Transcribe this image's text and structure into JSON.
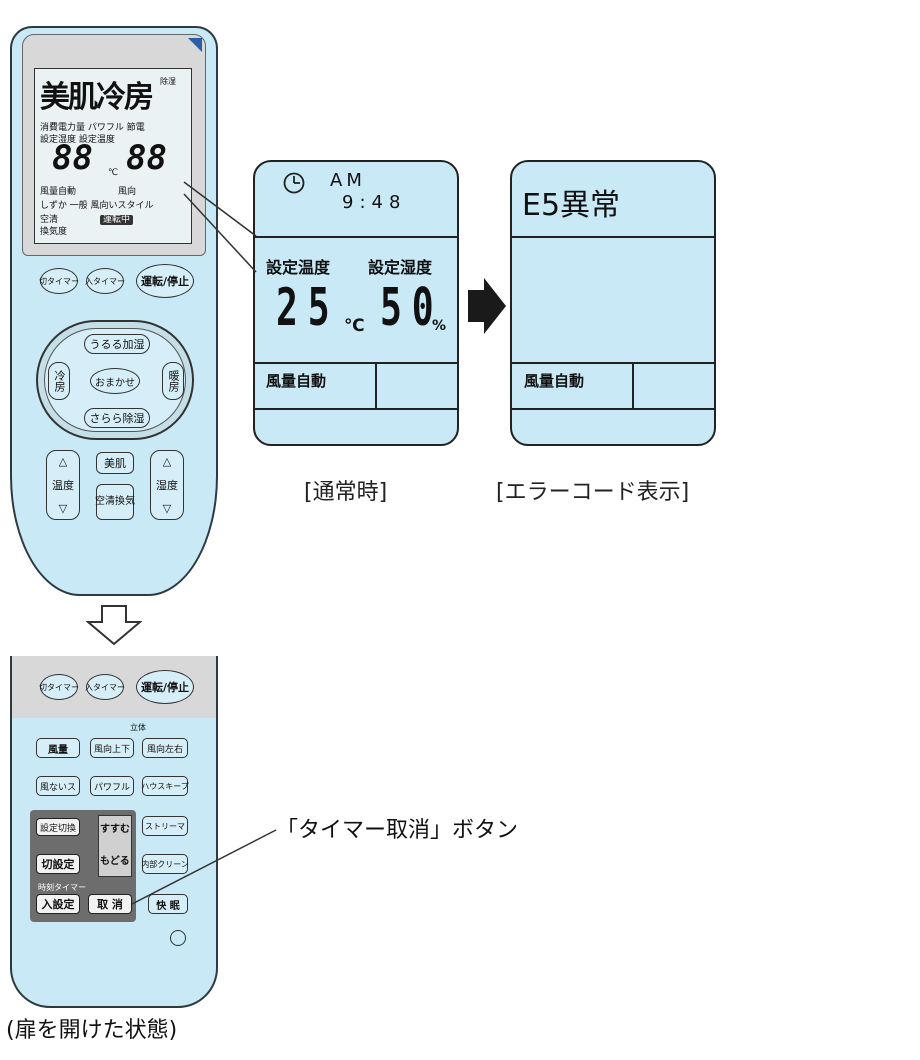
{
  "remote": {
    "lcd": {
      "mode": "美肌冷房",
      "side_right": "除湿",
      "row1": "消費電力量 パワフル 節電",
      "row2": "設定湿度 設定温度",
      "temp_digits": "88",
      "unit_c": "℃",
      "hum_digits": "88",
      "row3_left": "風量自動",
      "row3_right": "風向",
      "row4": "しずか 一般 風向いスタイル",
      "row5_left": "空清",
      "row5_chip": "運転中",
      "row6": "換気度"
    },
    "buttons": {
      "off_timer": "切タイマー",
      "on_timer": "入タイマー",
      "run_stop": "運転/停止",
      "humidify": "うるる加湿",
      "cool": "冷房",
      "omakase": "おまかせ",
      "heat": "暖房",
      "dehumidify": "さらら除湿",
      "temp_label": "温度",
      "bihada": "美肌",
      "kuusei": "空清換気",
      "humidity_label": "湿度",
      "up": "△",
      "down": "▽"
    }
  },
  "panels": {
    "normal": {
      "clock_am": "AM",
      "clock_time": "9:48",
      "label_temp": "設定温度",
      "label_hum": "設定湿度",
      "temp_value": "25",
      "temp_unit": "℃",
      "hum_value": "50",
      "hum_unit": "%",
      "fan": "風量自動",
      "caption": "[通常時]"
    },
    "error": {
      "code": "E5異常",
      "fan": "風量自動",
      "caption": "[エラーコード表示]"
    }
  },
  "open_remote": {
    "buttons": {
      "off_timer": "切タイマー",
      "on_timer": "入タイマー",
      "run_stop": "運転/停止",
      "rittai": "立体",
      "fan": "風量",
      "updown": "風向上下",
      "leftright": "風向左右",
      "no_wind": "風ないス",
      "powerful": "パワフル",
      "housekeep": "ハウスキープ",
      "setting_switch": "設定切換",
      "susumu": "すすむ",
      "modoru": "もどる",
      "self_clean": "ストリーマ",
      "cut_setting": "切設定",
      "inner_clean": "内部クリーン",
      "on_setting": "入設定",
      "cancel": "取 消",
      "sleep": "快 眠",
      "time_label": "時刻タイマー"
    },
    "annotation": "「タイマー取消」ボタン",
    "caption": "(扉を開けた状態)"
  },
  "colors": {
    "remote_body": "#c8e9f5",
    "panel_fill": "#c8e9f5",
    "outline": "#222222"
  }
}
